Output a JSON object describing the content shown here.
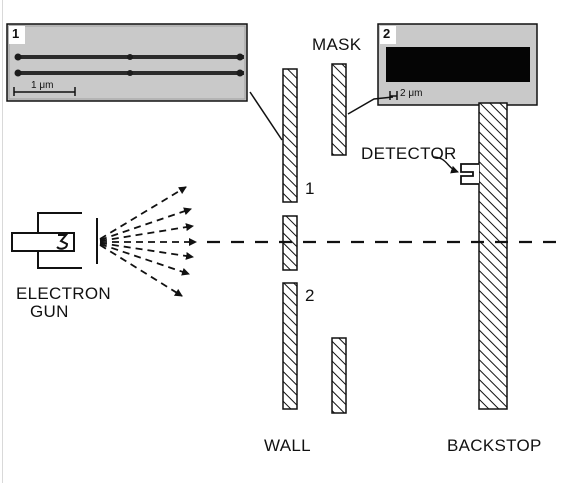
{
  "labels": {
    "mask": "MASK",
    "detector": "DETECTOR",
    "slit_1": "1",
    "slit_2": "2",
    "electron_gun_line1": "ELECTRON",
    "electron_gun_line2": "GUN",
    "wall": "WALL",
    "backstop": "BACKSTOP"
  },
  "inset_1": {
    "number": "1",
    "scale_label": "1 μm"
  },
  "inset_2": {
    "number": "2",
    "scale_label": "2 μm"
  },
  "colors": {
    "ink": "#111111",
    "inset_background": "#c9c9c9",
    "mask_opening": "#050505",
    "background": "#ffffff"
  }
}
